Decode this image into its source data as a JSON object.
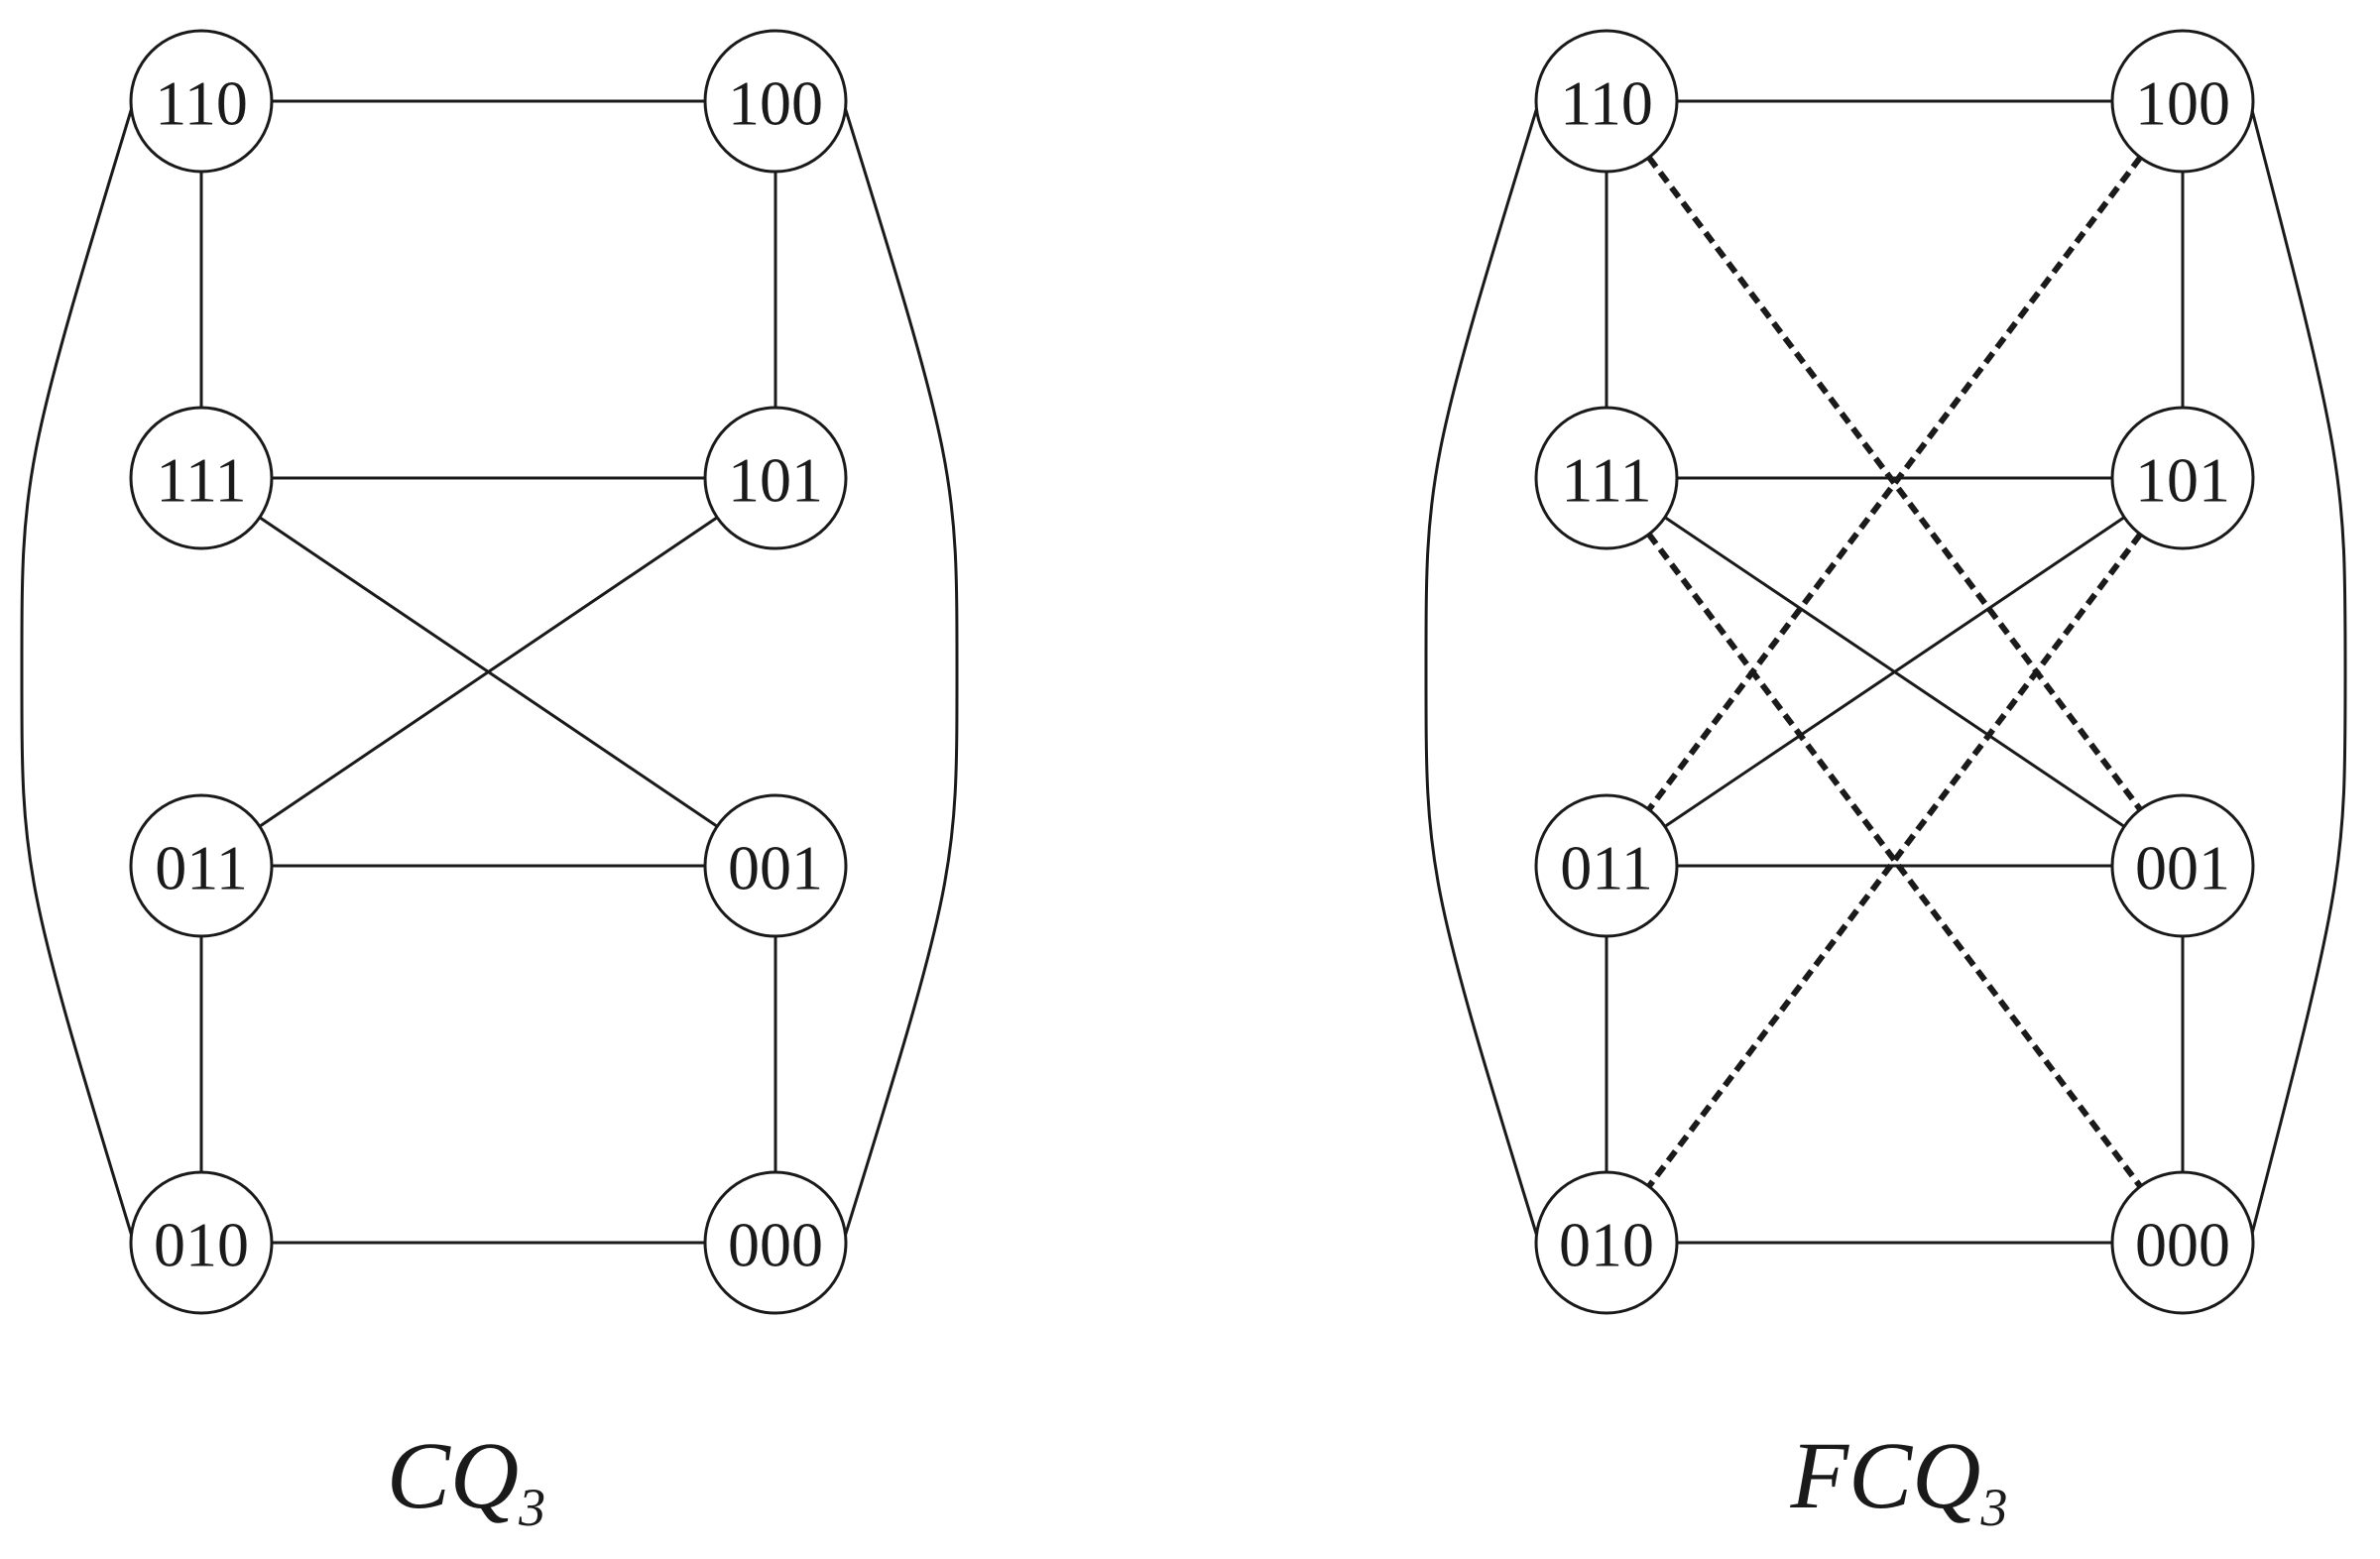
{
  "graphs": [
    {
      "id": "cq3",
      "caption": {
        "main": "CQ",
        "sub": "3"
      },
      "nodes": [
        "110",
        "100",
        "111",
        "101",
        "011",
        "001",
        "010",
        "000"
      ],
      "solid_edges": [
        [
          "110",
          "100"
        ],
        [
          "110",
          "111"
        ],
        [
          "100",
          "101"
        ],
        [
          "111",
          "101"
        ],
        [
          "111",
          "001"
        ],
        [
          "101",
          "011"
        ],
        [
          "011",
          "001"
        ],
        [
          "011",
          "010"
        ],
        [
          "001",
          "000"
        ],
        [
          "010",
          "000"
        ]
      ],
      "curved_edges": [
        [
          "110",
          "010"
        ],
        [
          "100",
          "000"
        ]
      ],
      "dashed_edges": []
    },
    {
      "id": "fcq3",
      "caption": {
        "main": "FCQ",
        "sub": "3"
      },
      "nodes": [
        "110",
        "100",
        "111",
        "101",
        "011",
        "001",
        "010",
        "000"
      ],
      "solid_edges": [
        [
          "110",
          "100"
        ],
        [
          "110",
          "111"
        ],
        [
          "100",
          "101"
        ],
        [
          "111",
          "101"
        ],
        [
          "111",
          "001"
        ],
        [
          "101",
          "011"
        ],
        [
          "011",
          "001"
        ],
        [
          "011",
          "010"
        ],
        [
          "001",
          "000"
        ],
        [
          "010",
          "000"
        ]
      ],
      "curved_edges": [
        [
          "110",
          "010"
        ],
        [
          "100",
          "000"
        ]
      ],
      "dashed_edges": [
        [
          "110",
          "001"
        ],
        [
          "100",
          "011"
        ],
        [
          "111",
          "000"
        ],
        [
          "101",
          "010"
        ]
      ]
    }
  ]
}
